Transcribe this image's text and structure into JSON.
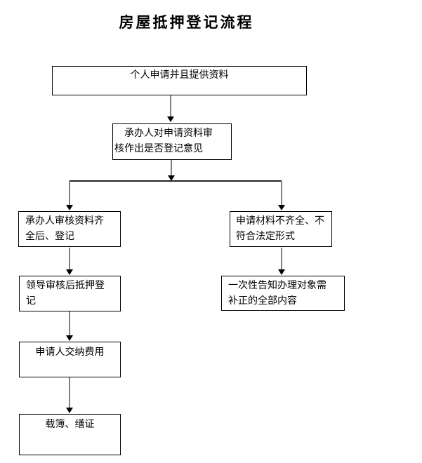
{
  "title": "房屋抵押登记流程",
  "colors": {
    "background": "#ffffff",
    "box_border": "#000000",
    "text": "#000000",
    "connector_line": "#808080",
    "junction_line": "#262626",
    "arrowhead": "#000000"
  },
  "nodes": {
    "apply": {
      "label": "个人申请并且提供资料"
    },
    "review": {
      "label": "　承办人对申请资料审\n核作出是否登记意见"
    },
    "complete": {
      "label": "承办人审核资料齐\n全后、登记"
    },
    "incomplete": {
      "label": "申请材料不齐全、不\n符合法定形式"
    },
    "leader": {
      "label": "领导审核后抵押登\n记"
    },
    "notify": {
      "label": "一次性告知办理对象需\n补正的全部内容"
    },
    "pay": {
      "label": "申请人交纳费用"
    },
    "certificate": {
      "label": "载簿、缮证"
    }
  },
  "edges": [
    {
      "from": "apply",
      "to": "review"
    },
    {
      "from": "review",
      "to": "complete"
    },
    {
      "from": "review",
      "to": "incomplete"
    },
    {
      "from": "complete",
      "to": "leader"
    },
    {
      "from": "incomplete",
      "to": "notify"
    },
    {
      "from": "leader",
      "to": "pay"
    },
    {
      "from": "pay",
      "to": "certificate"
    }
  ]
}
